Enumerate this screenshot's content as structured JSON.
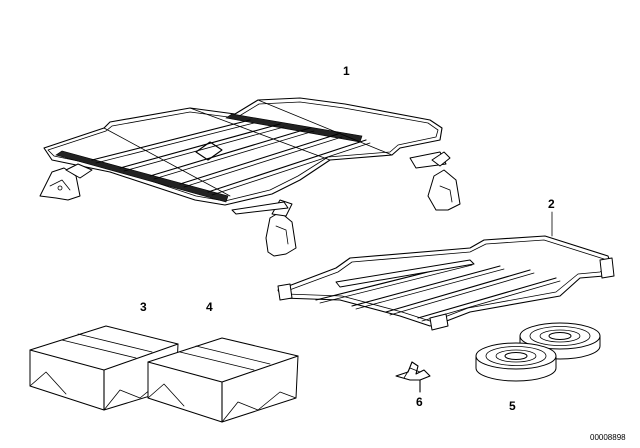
{
  "parts": [
    {
      "label": "1",
      "name": "Large roof rack with carrier feet"
    },
    {
      "label": "2",
      "name": "Small roof rack"
    },
    {
      "label": "3",
      "name": "Packaged box"
    },
    {
      "label": "4",
      "name": "Packaged box"
    },
    {
      "label": "5",
      "name": "Sealing strip rolls"
    },
    {
      "label": "6",
      "name": "Clip"
    }
  ],
  "callouts": {
    "p1": "1",
    "p2": "2",
    "p3": "3",
    "p4": "4",
    "p5": "5",
    "p6": "6"
  },
  "reference_number": "00008898"
}
